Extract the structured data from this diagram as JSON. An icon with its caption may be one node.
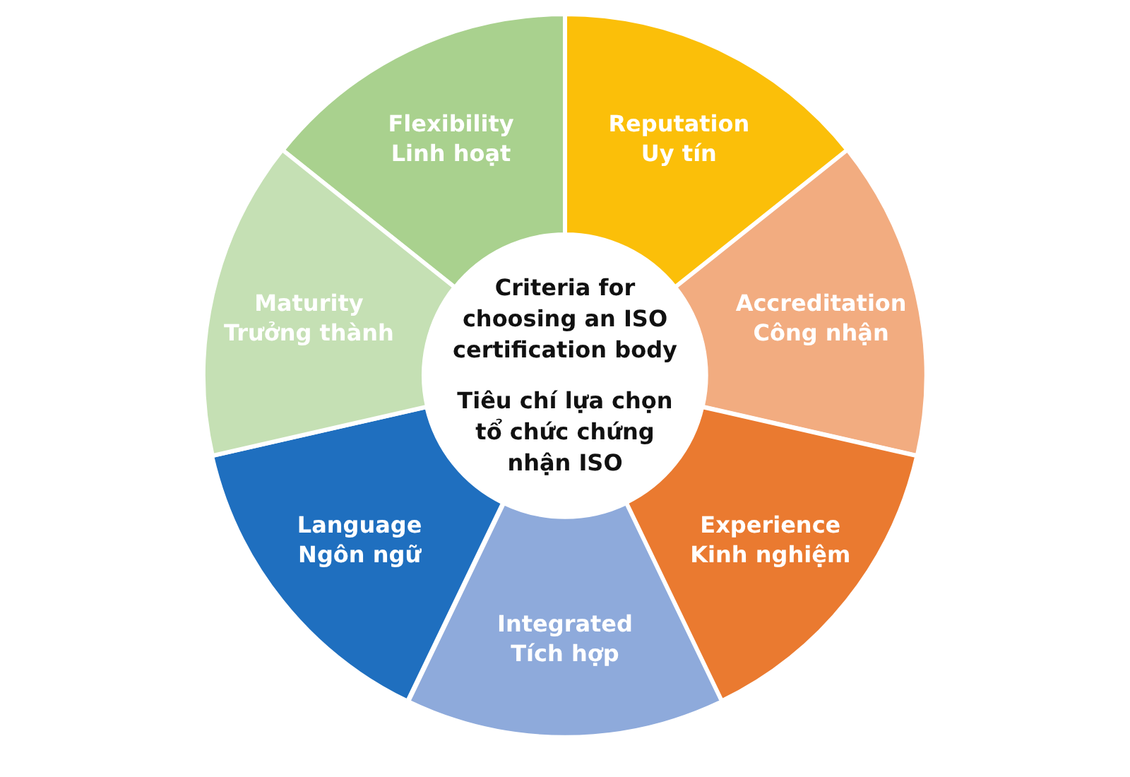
{
  "diagram": {
    "nodes": [
      {
        "text": [
          "Criteria for choosing an ISO certification body",
          "Tiêu chí lựa chọn tổ chức chứng nhận ISO"
        ]
      },
      {
        "text": [
          "Flexibility",
          "Linh hoạt"
        ]
      },
      {
        "text": [
          "Reputation",
          "Uy tín"
        ]
      },
      {
        "text": [
          "Accreditation",
          "Công nhận"
        ]
      },
      {
        "text": [
          "Experience",
          "Kinh nghiệm"
        ]
      },
      {
        "text": [
          "Integrated",
          "Tích hợp"
        ]
      },
      {
        "text": [
          "Language",
          "Ngôn ngữ"
        ]
      },
      {
        "text": [
          "Maturity",
          "Trưởng thành"
        ]
      }
    ],
    "edges": []
  }
}
